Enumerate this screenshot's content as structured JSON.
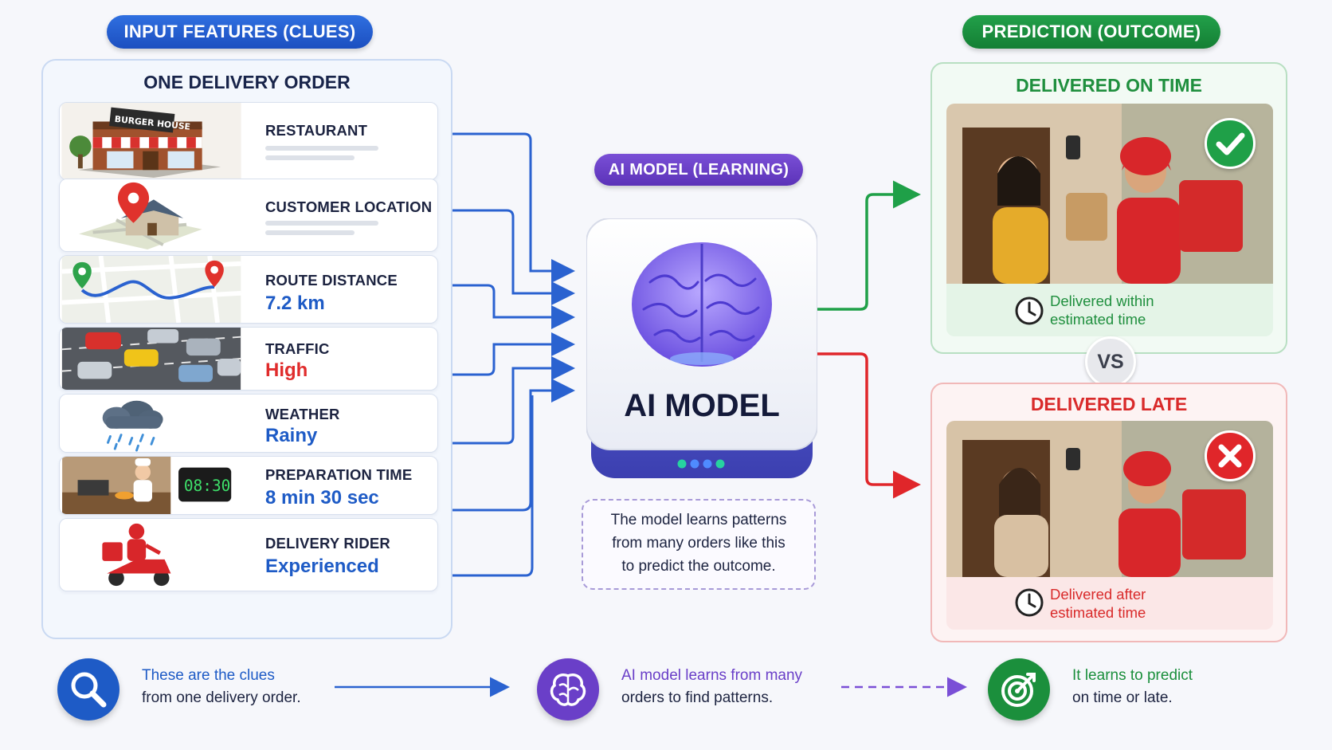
{
  "headers": {
    "input": "INPUT FEATURES (CLUES)",
    "prediction": "PREDICTION (OUTCOME)",
    "model": "AI MODEL (LEARNING)"
  },
  "left_panel": {
    "title": "ONE DELIVERY ORDER",
    "sign_text": "BURGER HOUSE",
    "features": [
      {
        "label": "RESTAURANT",
        "value": ""
      },
      {
        "label": "CUSTOMER LOCATION",
        "value": ""
      },
      {
        "label": "ROUTE DISTANCE",
        "value": "7.2 km"
      },
      {
        "label": "TRAFFIC",
        "value": "High"
      },
      {
        "label": "WEATHER",
        "value": "Rainy"
      },
      {
        "label": "PREPARATION TIME",
        "value": "8 min 30 sec",
        "clock": "08:30"
      },
      {
        "label": "DELIVERY RIDER",
        "value": "Experienced"
      }
    ]
  },
  "model": {
    "title": "AI MODEL",
    "description": [
      "The model learns patterns",
      "from many orders like this",
      "to predict the outcome."
    ]
  },
  "outcomes": {
    "on_time": {
      "title": "DELIVERED ON TIME",
      "caption": [
        "Delivered within",
        "estimated time"
      ],
      "color": "#1f8f3e"
    },
    "vs": "VS",
    "late": {
      "title": "DELIVERED LATE",
      "caption": [
        "Delivered after",
        "estimated time"
      ],
      "color": "#d92a2a"
    }
  },
  "bottom": [
    {
      "line1": "These are the clues",
      "line2": "from one delivery order.",
      "icon": "search-icon",
      "color": "#1e5bc6"
    },
    {
      "line1": "AI model learns from many",
      "line2": "orders to find patterns.",
      "icon": "brain-icon",
      "color": "#6a3fc8"
    },
    {
      "line1": "It learns to predict",
      "line2": "on time or late.",
      "icon": "target-icon",
      "color": "#1b8f3c"
    }
  ]
}
